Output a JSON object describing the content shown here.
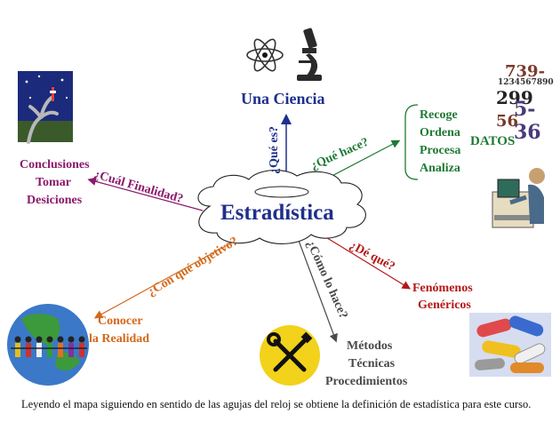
{
  "center": {
    "label": "Estradística"
  },
  "top": {
    "title": "Una Ciencia",
    "branch": "¿Qué es?"
  },
  "right_top": {
    "branch": "¿Qué hace?",
    "items": [
      "Recoge",
      "Ordena",
      "Procesa",
      "Analiza"
    ],
    "data_label": "DATOS"
  },
  "right_bottom": {
    "branch": "¿Dé qué?",
    "items": [
      "Fenómenos",
      "Genéricos"
    ]
  },
  "bottom": {
    "branch": "¿Cómo lo hace?",
    "items": [
      "Métodos",
      "Técnicas",
      "Procedimientos"
    ]
  },
  "bottom_left": {
    "branch": "¿Con qué objetivo?",
    "items": [
      "Conocer",
      "la Realidad"
    ]
  },
  "left": {
    "branch": "¿Cuál Finalidad?",
    "items": [
      "Conclusiones",
      "Tomar",
      "Desiciones"
    ]
  },
  "numbers_art": [
    "739-",
    "1234567890",
    "299",
    "5-36",
    "56"
  ],
  "caption": "Leyendo el mapa siguiendo en sentido de las agujas del reloj se obtiene la definición de estadística para este curso.",
  "colors": {
    "green": "#1e7a33",
    "purple": "#8b1a6b",
    "orange": "#d4681a",
    "red": "#b41818",
    "blue": "#1f2f8c",
    "grey": "#4a4a4a"
  },
  "icons": [
    "atom-icon",
    "microscope-icon",
    "tree-night-icon",
    "numbers-icon",
    "worker-computer-icon",
    "globe-people-icon",
    "tools-icon",
    "pills-icon"
  ]
}
